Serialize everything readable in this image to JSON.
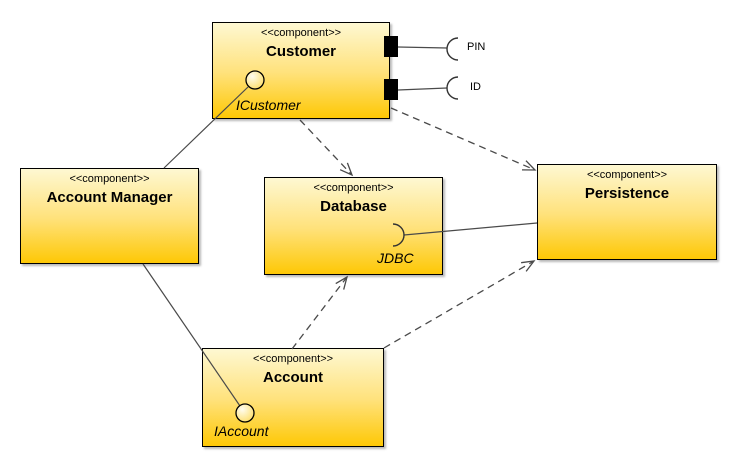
{
  "diagram": {
    "type": "uml-component-diagram",
    "background": "#ffffff"
  },
  "colors": {
    "node_gradient_top": "#fef8d2",
    "node_gradient_mid": "#ffe27c",
    "node_gradient_bottom": "#fec805",
    "node_border": "#000000",
    "connector": "#4a4a4a",
    "port_fill": "#000000"
  },
  "components": {
    "customer": {
      "stereotype": "<<component>>",
      "name": "Customer"
    },
    "account_manager": {
      "stereotype": "<<component>>",
      "name": "Account Manager"
    },
    "database": {
      "stereotype": "<<component>>",
      "name": "Database"
    },
    "persistence": {
      "stereotype": "<<component>>",
      "name": "Persistence"
    },
    "account": {
      "stereotype": "<<component>>",
      "name": "Account"
    }
  },
  "interface_labels": {
    "icustomer": "ICustomer",
    "iaccount": "IAccount",
    "jdbc": "JDBC",
    "pin": "PIN",
    "id": "ID"
  },
  "connectors": [
    {
      "from": "Customer.ICustomer",
      "to": "Account Manager",
      "style": "solid",
      "kind": "provided-interface-link"
    },
    {
      "from": "Account Manager",
      "to": "Account.IAccount",
      "style": "solid",
      "kind": "provided-interface-link"
    },
    {
      "from": "Customer",
      "to": "Database",
      "style": "dashed-arrow",
      "kind": "dependency"
    },
    {
      "from": "Customer",
      "to": "Persistence",
      "style": "dashed-arrow",
      "kind": "dependency"
    },
    {
      "from": "Account",
      "to": "Database",
      "style": "dashed-arrow",
      "kind": "dependency"
    },
    {
      "from": "Account",
      "to": "Persistence",
      "style": "dashed-arrow",
      "kind": "dependency"
    },
    {
      "from": "Database.JDBC",
      "to": "Persistence",
      "style": "solid",
      "kind": "required-interface-link"
    },
    {
      "from": "Customer.port1",
      "to": "PIN",
      "style": "solid",
      "kind": "port-socket"
    },
    {
      "from": "Customer.port2",
      "to": "ID",
      "style": "solid",
      "kind": "port-socket"
    }
  ]
}
